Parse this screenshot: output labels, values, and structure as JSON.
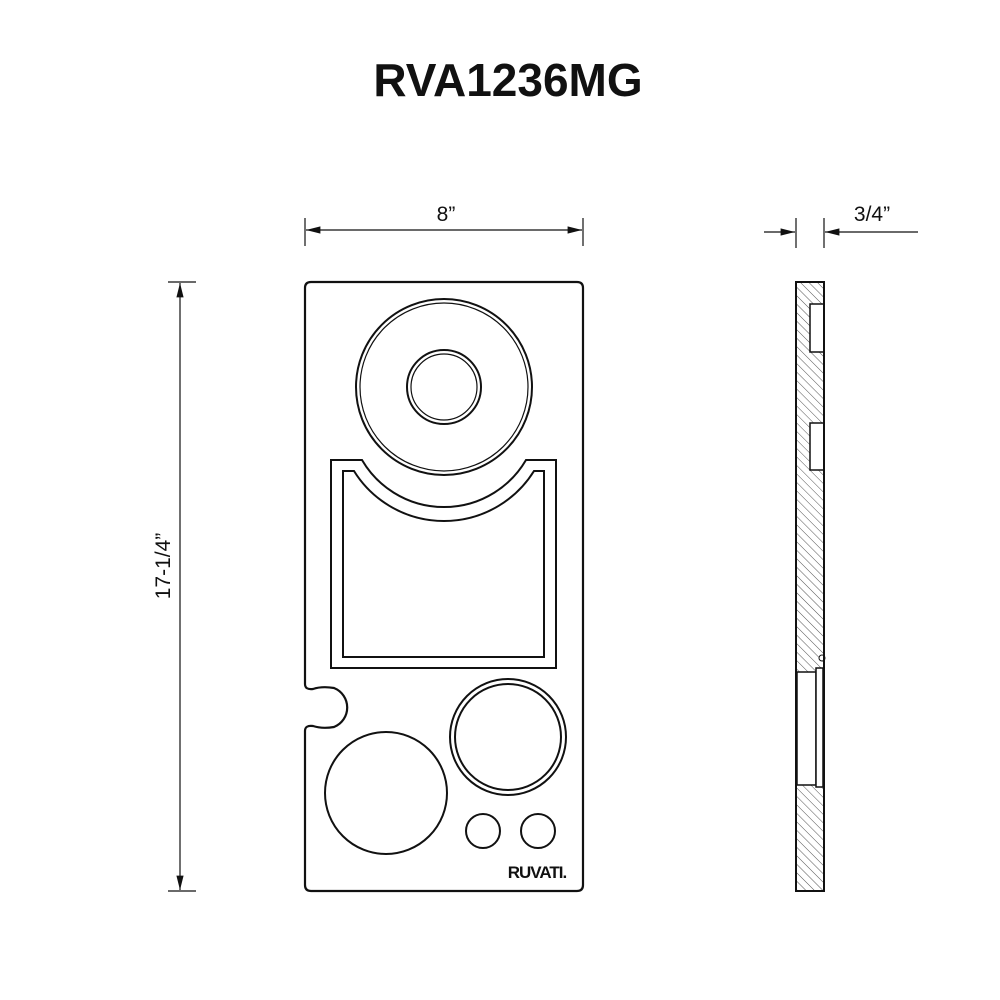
{
  "title": "RVA1236MG",
  "dimensions": {
    "width": "8”",
    "height": "17-1/4”",
    "thickness": "3/4”"
  },
  "logo": "RUVATI.",
  "colors": {
    "line": "#111111",
    "hatch": "#555555",
    "background": "#ffffff"
  }
}
